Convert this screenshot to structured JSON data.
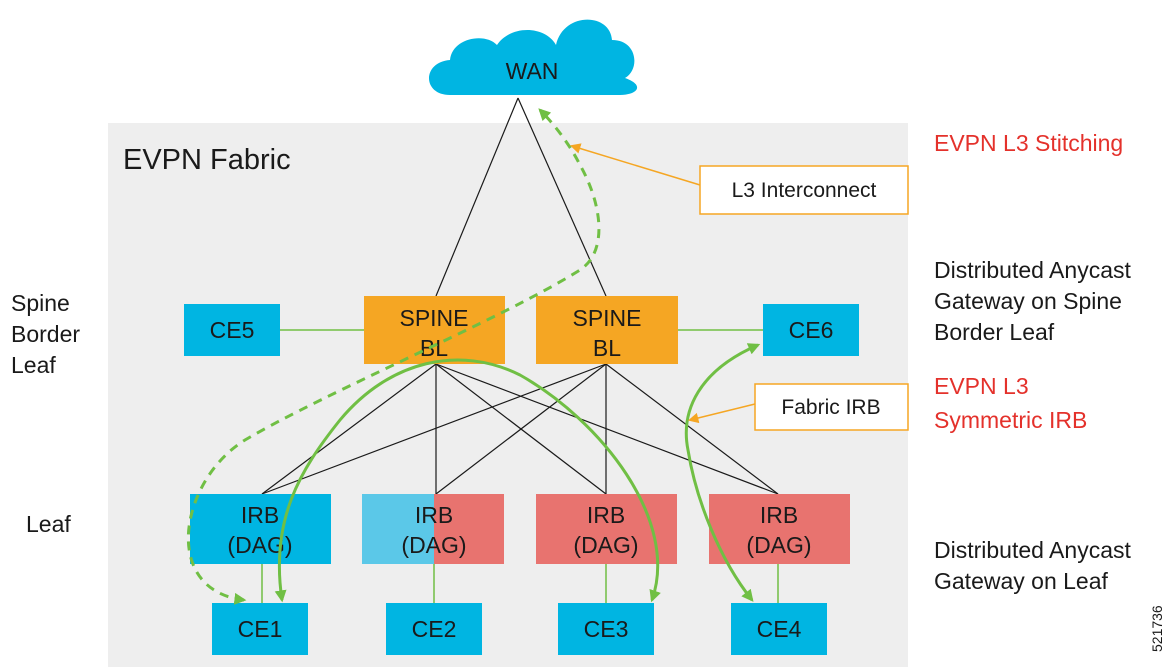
{
  "fabric_title": "EVPN Fabric",
  "wan": {
    "label": "WAN"
  },
  "spines": [
    {
      "line1": "SPINE",
      "line2": "BL"
    },
    {
      "line1": "SPINE",
      "line2": "BL"
    }
  ],
  "edge_devices": {
    "ce5": "CE5",
    "ce6": "CE6",
    "ce1": "CE1",
    "ce2": "CE2",
    "ce3": "CE3",
    "ce4": "CE4"
  },
  "leaves": [
    {
      "line1": "IRB",
      "line2": "(DAG)",
      "fill": "half-blue"
    },
    {
      "line1": "IRB",
      "line2": "(DAG)",
      "fill": "blue-red"
    },
    {
      "line1": "IRB",
      "line2": "(DAG)",
      "fill": "red"
    },
    {
      "line1": "IRB",
      "line2": "(DAG)",
      "fill": "red"
    }
  ],
  "left_labels": {
    "spine_border_leaf": [
      "Spine",
      "Border",
      "Leaf"
    ],
    "leaf": "Leaf"
  },
  "right_labels": {
    "l3_stitching": "EVPN L3 Stitching",
    "dag_spine": [
      "Distributed Anycast",
      "Gateway on Spine",
      "Border Leaf"
    ],
    "symmetric_irb": [
      "EVPN L3",
      "Symmetric IRB"
    ],
    "dag_leaf": [
      "Distributed Anycast",
      "Gateway on Leaf"
    ]
  },
  "callouts": {
    "l3_interconnect": "L3 Interconnect",
    "fabric_irb": "Fabric IRB"
  },
  "figure_id": "521736",
  "colors": {
    "node_blue": "#00b5e2",
    "node_light_blue": "#5bc8e8",
    "node_orange": "#f5a623",
    "node_red": "#e8736f",
    "fabric_bg": "#eeeeee",
    "arrow_green": "#70bf44",
    "callout_orange": "#f5a623",
    "text_red": "#e4312b"
  }
}
